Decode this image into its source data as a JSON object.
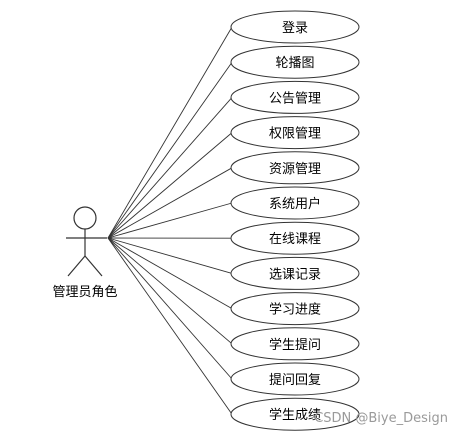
{
  "actor": {
    "label": "管理员角色"
  },
  "use_cases": [
    {
      "label": "登录"
    },
    {
      "label": "轮播图"
    },
    {
      "label": "公告管理"
    },
    {
      "label": "权限管理"
    },
    {
      "label": "资源管理"
    },
    {
      "label": "系统用户"
    },
    {
      "label": "在线课程"
    },
    {
      "label": "选课记录"
    },
    {
      "label": "学习进度"
    },
    {
      "label": "学生提问"
    },
    {
      "label": "提问回复"
    },
    {
      "label": "学生成绩"
    }
  ],
  "watermark": {
    "text": "CSDN @Biye_Design"
  },
  "colors": {
    "ellipse_fill": "#ffffff",
    "stroke": "#333333",
    "watermark": "#9a9a9a"
  }
}
